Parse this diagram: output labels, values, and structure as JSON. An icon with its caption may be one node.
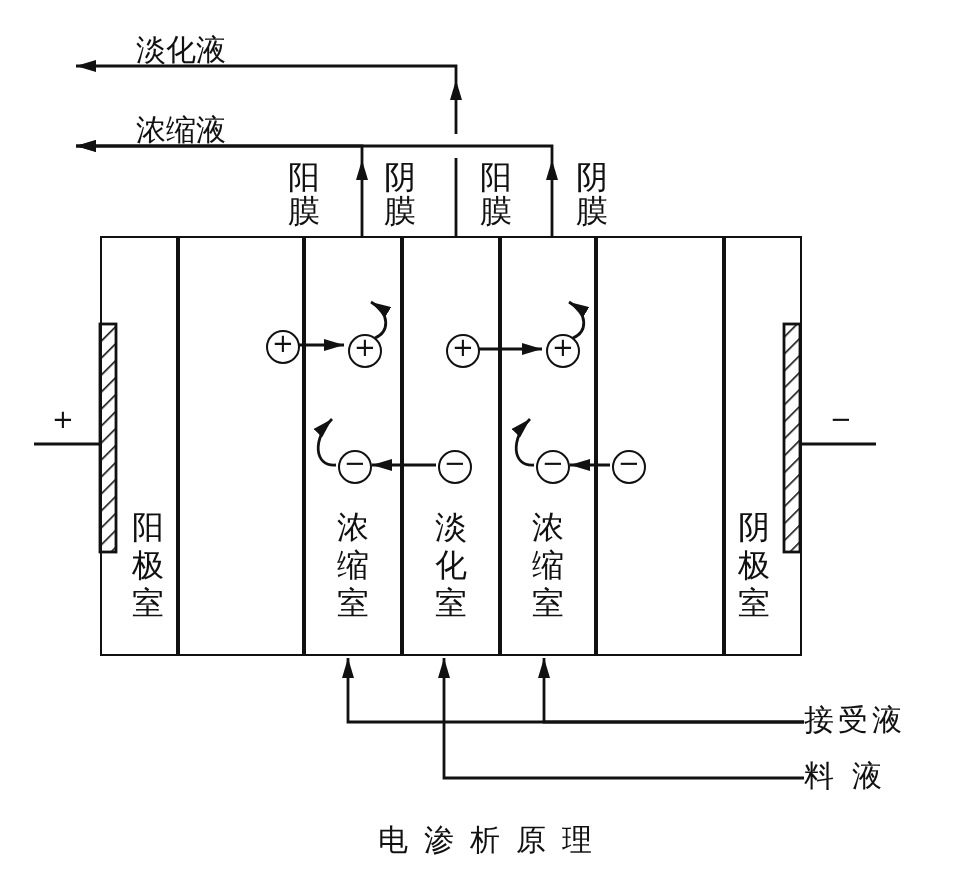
{
  "diagram": {
    "caption": "电渗析原理",
    "nodes": [
      {
        "text": [
          "阳极室"
        ]
      },
      {
        "text": [],
        "shape": "box"
      },
      {
        "text": [
          "浓缩室"
        ]
      },
      {
        "text": [
          "淡化室"
        ]
      },
      {
        "text": [
          "浓缩室"
        ]
      },
      {
        "text": [],
        "shape": "box"
      },
      {
        "text": [
          "阴极室"
        ]
      },
      {
        "text": [
          "+"
        ],
        "in": 1
      },
      {
        "text": [
          "+"
        ],
        "in": 2
      },
      {
        "text": [
          "+"
        ],
        "in": 3
      },
      {
        "text": [
          "+"
        ],
        "in": 4
      },
      {
        "text": [
          "−"
        ],
        "in": 2
      },
      {
        "text": [
          "−"
        ],
        "in": 3
      },
      {
        "text": [
          "−"
        ],
        "in": 4
      },
      {
        "text": [
          "−"
        ],
        "in": 5
      },
      {
        "text": [
          "接受液"
        ]
      },
      {
        "text": [
          "料 液"
        ]
      }
    ],
    "edges": [
      {
        "from": 7,
        "to": 8,
        "arrow": "to"
      },
      {
        "from": 9,
        "to": 10,
        "arrow": "to"
      },
      {
        "from": 12,
        "to": 11,
        "arrow": "to"
      },
      {
        "from": 14,
        "to": 13,
        "arrow": "to"
      },
      {
        "from": 8,
        "to": null,
        "arrow": "to"
      },
      {
        "from": 10,
        "to": null,
        "arrow": "to"
      },
      {
        "from": 11,
        "to": null,
        "arrow": "to"
      },
      {
        "from": 13,
        "to": null,
        "arrow": "to"
      },
      {
        "from": 2,
        "to": null,
        "arrow": "to"
      },
      {
        "from": 4,
        "to": null,
        "arrow": "to"
      },
      {
        "from": 3,
        "to": null,
        "arrow": "to"
      },
      {
        "from": 15,
        "to": 2,
        "arrow": "to"
      },
      {
        "from": 15,
        "to": 4,
        "arrow": "to"
      },
      {
        "from": 16,
        "to": 3,
        "arrow": "to"
      }
    ],
    "labels": [
      "淡化液",
      "浓缩液",
      "阳膜",
      "阴膜",
      "阳膜",
      "阴膜",
      "+",
      "−"
    ]
  }
}
